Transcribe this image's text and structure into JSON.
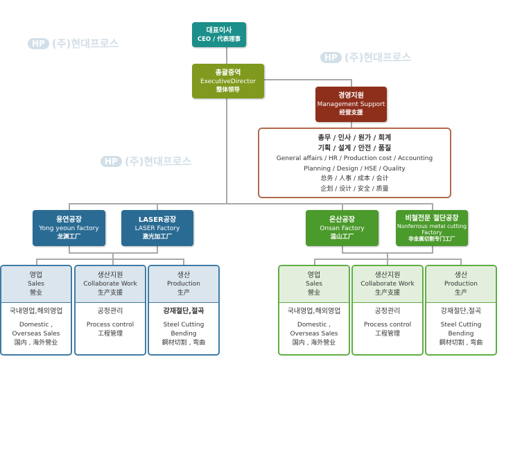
{
  "watermark": {
    "logo": "HP",
    "text": "(주)현대프로스"
  },
  "ceo": {
    "ko": "대표이사",
    "en": "CEO / 代表理事"
  },
  "exec": {
    "ko": "총괄중역",
    "en": "ExecutiveDirector",
    "zh": "整体领导"
  },
  "mgmt": {
    "ko": "경영지원",
    "en": "Management Support",
    "zh": "经营支援"
  },
  "mgmt_detail": {
    "ko1": "총무 / 인사 / 원가 / 회계",
    "ko2": "기획 / 설계 / 안전 / 품질",
    "en1": "General affairs / HR / Production cost / Accounting",
    "en2": "Planning / Design / HSE / Quality",
    "zh1": "总务 / 人事 / 成本 / 会计",
    "zh2": "企划 / 设计 / 安全 / 质量"
  },
  "factories": [
    {
      "ko": "용연공장",
      "en": "Yong yeoun factory",
      "zh": "龙渊工厂"
    },
    {
      "ko": "LASER공장",
      "en": "LASER Factory",
      "zh": "激光加工厂"
    },
    {
      "ko": "온산공장",
      "en": "Onsan Factory",
      "zh": "温山工厂"
    },
    {
      "ko": "비철전문 절단공장",
      "en": "Nonferrous metal cutting Factory",
      "zh": "非金属切割专门工厂"
    }
  ],
  "depts": [
    {
      "ko": "영업",
      "en": "Sales",
      "zh": "營业",
      "task_ko": "국내영업,해외영업",
      "task_en": "Domestic , Overseas Sales",
      "task_zh": "国内 , 海外營业"
    },
    {
      "ko": "생산지원",
      "en": "Collaborate Work",
      "zh": "生产支援",
      "task_ko": "공정관리",
      "task_en": "Process control",
      "task_zh": "工程管理"
    },
    {
      "ko": "생산",
      "en": "Production",
      "zh": "生产",
      "task_ko": "강재절단,절곡",
      "task_en": "Steel Cutting Bending",
      "task_zh": "鋼材切割 , 弯曲"
    }
  ],
  "colors": {
    "ceo": "#1d8f8a",
    "exec": "#7f9a1e",
    "mgmt": "#8e2f1c",
    "blue": "#2a6b93",
    "green": "#4b9a2c"
  }
}
